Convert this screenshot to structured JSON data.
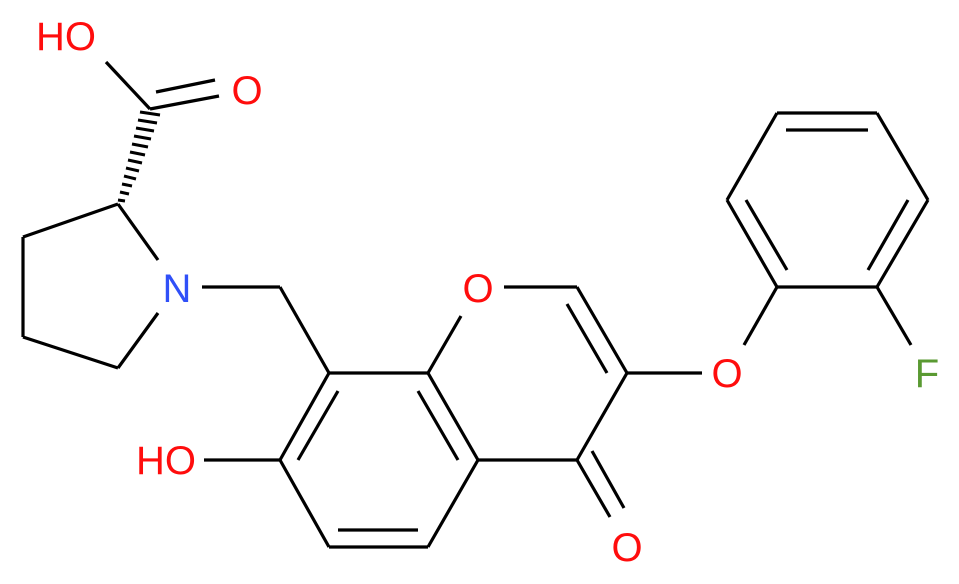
{
  "diagram": {
    "type": "chemical-structure",
    "colors": {
      "bond": "#000000",
      "oxygen": "#ff0d0d",
      "nitrogen": "#3050f8",
      "fluorine": "#5a9a32"
    },
    "atoms": {
      "acid_oh": "HO",
      "acid_o": "O",
      "n_pyrrolidine": "N",
      "o_ring": "O",
      "o_ether": "O",
      "f": "F",
      "phenol_oh": "HO",
      "ketone_o": "O"
    }
  }
}
